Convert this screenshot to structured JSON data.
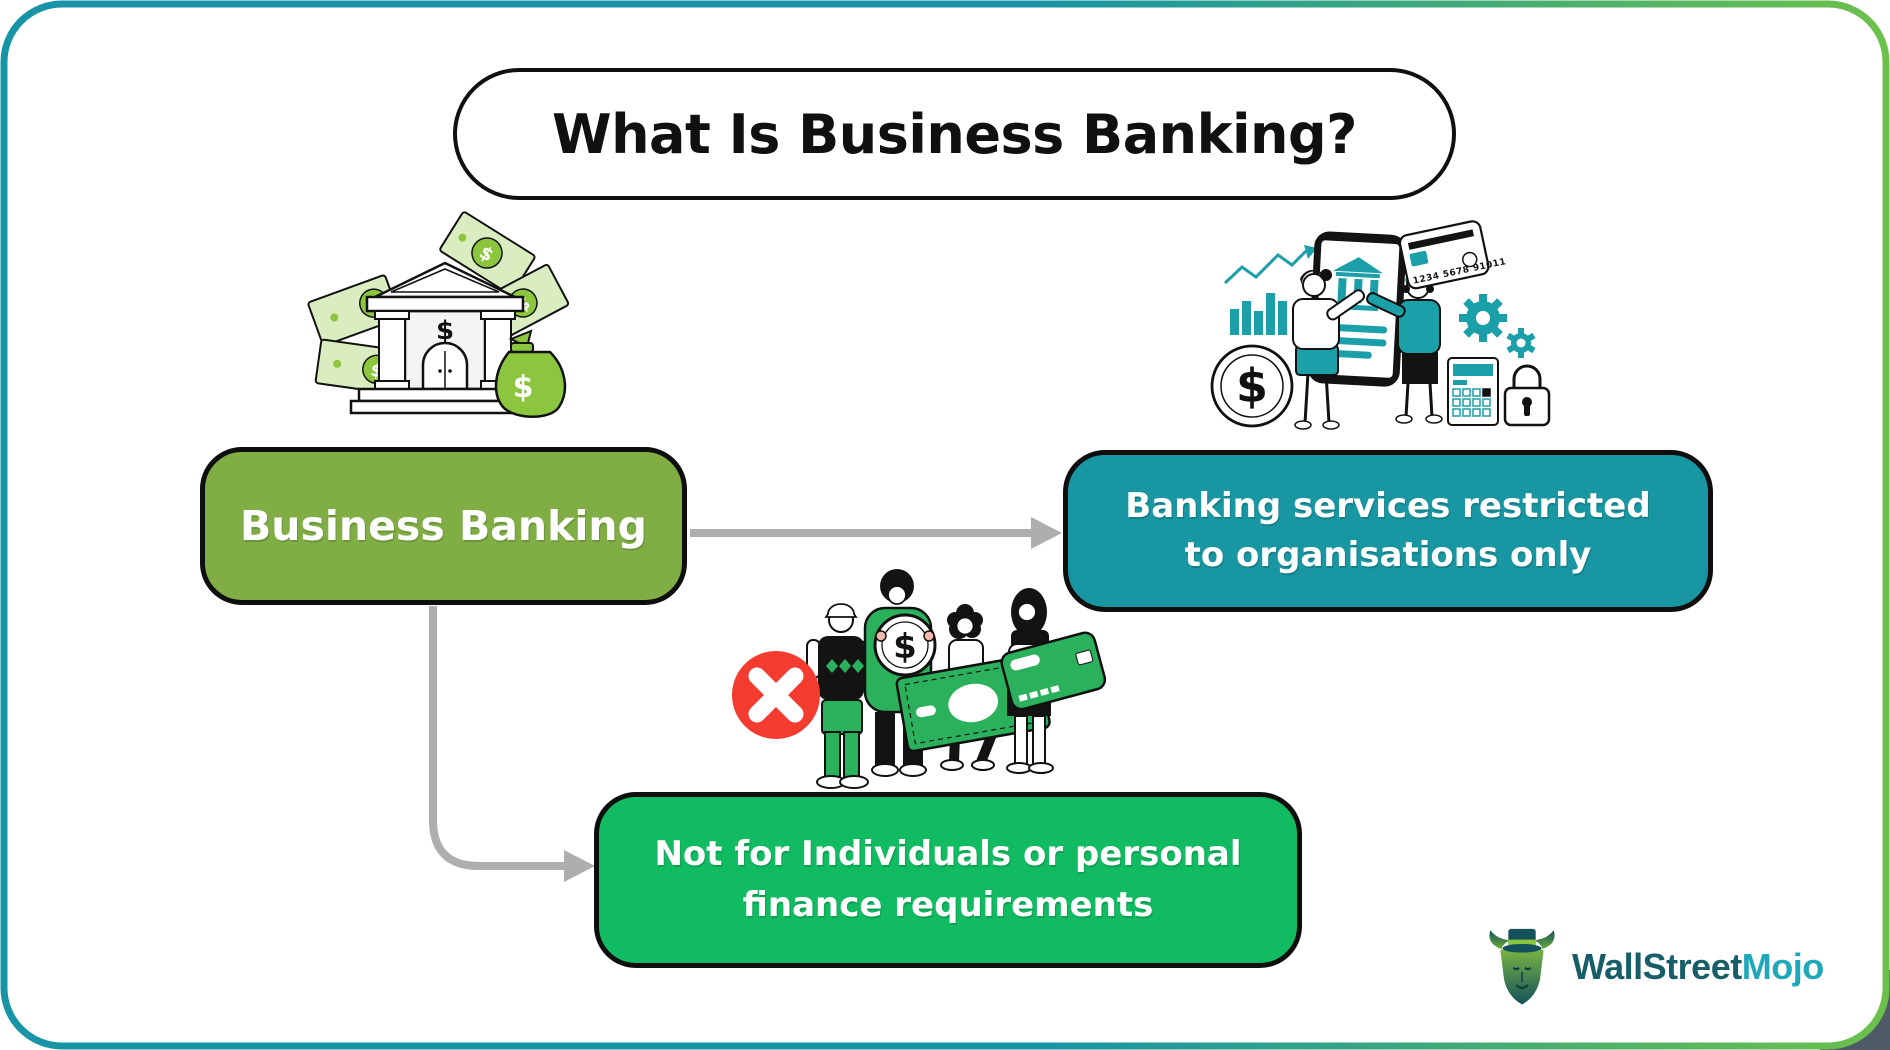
{
  "frame": {
    "background": "#ffffff",
    "border_gradient_start": "#1794A5",
    "border_gradient_end": "#6CC14B",
    "corner_color": "#4E5A66"
  },
  "title": {
    "text": "What Is Business Banking?"
  },
  "flow": {
    "root_box": {
      "label": "Business Banking",
      "color": "#80AE45"
    },
    "right_box": {
      "lines": [
        "Banking services restricted",
        "to organisations only"
      ],
      "color": "#1896A2"
    },
    "bottom_box": {
      "lines": [
        "Not for Individuals or personal",
        "finance requirements"
      ],
      "color": "#10BB61"
    },
    "arrow_color": "#AEAEAE"
  },
  "illustrations": {
    "bank": {
      "name": "bank-building-with-money",
      "dollar_sign": "$"
    },
    "banking_services": {
      "name": "mobile-business-banking-scene",
      "card_number": "1234 5678 91011",
      "dollar_sign": "$"
    },
    "individuals": {
      "name": "people-holding-money-crossed-out",
      "dollar_sign": "$"
    },
    "accent_green": "#2BB15C",
    "accent_teal": "#1B9FA8",
    "bill_light": "#D9EDC1",
    "bill_green": "#8CC63E",
    "cross_red": "#F33B2F"
  },
  "logo": {
    "brand_first": "WallStreet",
    "brand_second": "Mojo",
    "first_color": "#175E68",
    "second_color": "#1FA8BA"
  }
}
